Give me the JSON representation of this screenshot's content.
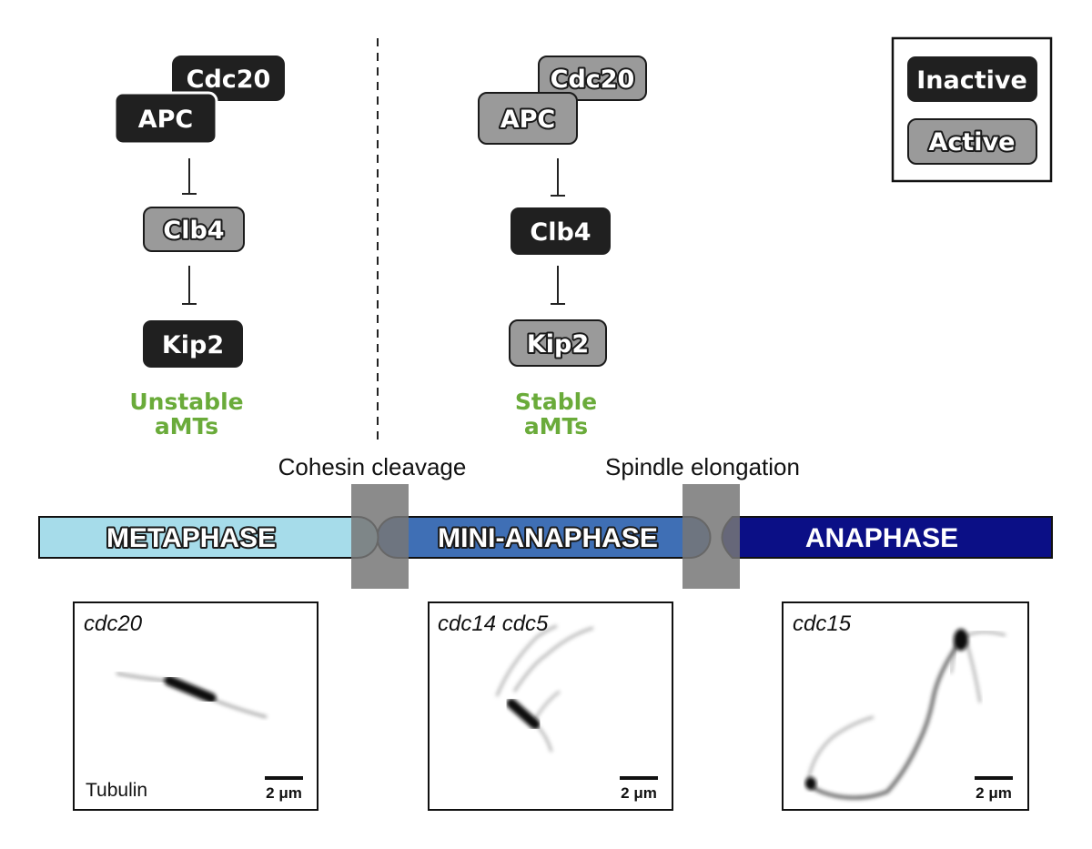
{
  "legend": {
    "inactive_label": "Inactive",
    "active_label": "Active",
    "inactive_color": "#202020",
    "active_color": "#9a9a9a"
  },
  "pathway_left": {
    "cdc20": "Cdc20",
    "apc": "APC",
    "clb4": "Clb4",
    "kip2": "Kip2",
    "outcome_line1": "Unstable",
    "outcome_line2": "aMTs"
  },
  "pathway_right": {
    "cdc20": "Cdc20",
    "apc": "APC",
    "clb4": "Clb4",
    "kip2": "Kip2",
    "outcome_line1": "Stable",
    "outcome_line2": "aMTs"
  },
  "events": {
    "cohesin": "Cohesin cleavage",
    "spindle": "Spindle elongation"
  },
  "phases": {
    "metaphase": "METAPHASE",
    "mini_anaphase": "MINI-ANAPHASE",
    "anaphase": "ANAPHASE",
    "metaphase_color": "#a6dcea",
    "mini_anaphase_color": "#3f6fb5",
    "anaphase_color": "#0b0f86"
  },
  "panels": {
    "panel1": {
      "strain": "cdc20",
      "stain": "Tubulin",
      "scale": "2 μm"
    },
    "panel2": {
      "strain": "cdc14 cdc5",
      "scale": "2 μm"
    },
    "panel3": {
      "strain": "cdc15",
      "scale": "2 μm"
    }
  },
  "outcome_color": "#6aab3a"
}
